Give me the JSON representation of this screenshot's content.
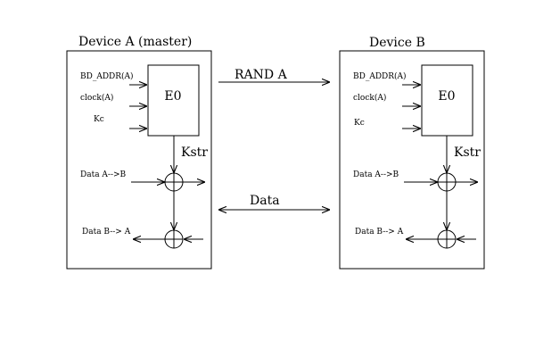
{
  "device_a": {
    "title": "Device A (master)",
    "block": "E0",
    "inputs": [
      "BD_ADDR(A)",
      "clock(A)",
      "Kc"
    ],
    "kstr": "Kstr",
    "data_out_label": "Data A-->B",
    "data_in_label": "Data B--> A"
  },
  "device_b": {
    "title": "Device B",
    "block": "E0",
    "inputs": [
      "BD_ADDR(A)",
      "clock(A)",
      "Kc"
    ],
    "kstr": "Kstr",
    "data_out_label": "Data A-->B",
    "data_in_label": "Data B--> A"
  },
  "links": {
    "rand": "RAND A",
    "data": "Data"
  }
}
